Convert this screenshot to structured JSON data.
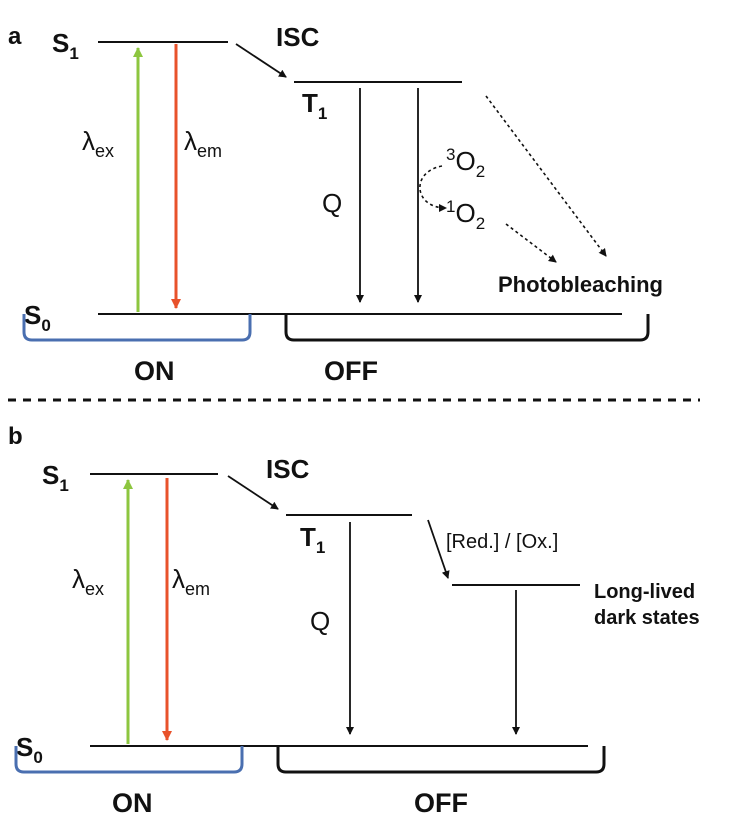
{
  "colors": {
    "excitation": "#8DC63F",
    "emission": "#E8522B",
    "on_bracket": "#4A6FB0",
    "off_bracket": "#111111",
    "ink": "#111111"
  },
  "panel_a": {
    "label": "a",
    "s1": {
      "base": "S",
      "sub": "1"
    },
    "s0": {
      "base": "S",
      "sub": "0"
    },
    "t1": {
      "base": "T",
      "sub": "1"
    },
    "isc": "ISC",
    "lambda_ex": {
      "base": "λ",
      "sub": "ex"
    },
    "lambda_em": {
      "base": "λ",
      "sub": "em"
    },
    "q": "Q",
    "triplet_oxygen": {
      "sup": "3",
      "base": "O",
      "sub": "2"
    },
    "singlet_oxygen": {
      "sup": "1",
      "base": "O",
      "sub": "2"
    },
    "photobleaching": "Photobleaching",
    "on": "ON",
    "off": "OFF"
  },
  "panel_b": {
    "label": "b",
    "s1": {
      "base": "S",
      "sub": "1"
    },
    "s0": {
      "base": "S",
      "sub": "0"
    },
    "t1": {
      "base": "T",
      "sub": "1"
    },
    "isc": "ISC",
    "lambda_ex": {
      "base": "λ",
      "sub": "ex"
    },
    "lambda_em": {
      "base": "λ",
      "sub": "em"
    },
    "q": "Q",
    "redox": "[Red.] / [Ox.]",
    "dark_state_line1": "Long-lived",
    "dark_state_line2": "dark states",
    "on": "ON",
    "off": "OFF"
  }
}
